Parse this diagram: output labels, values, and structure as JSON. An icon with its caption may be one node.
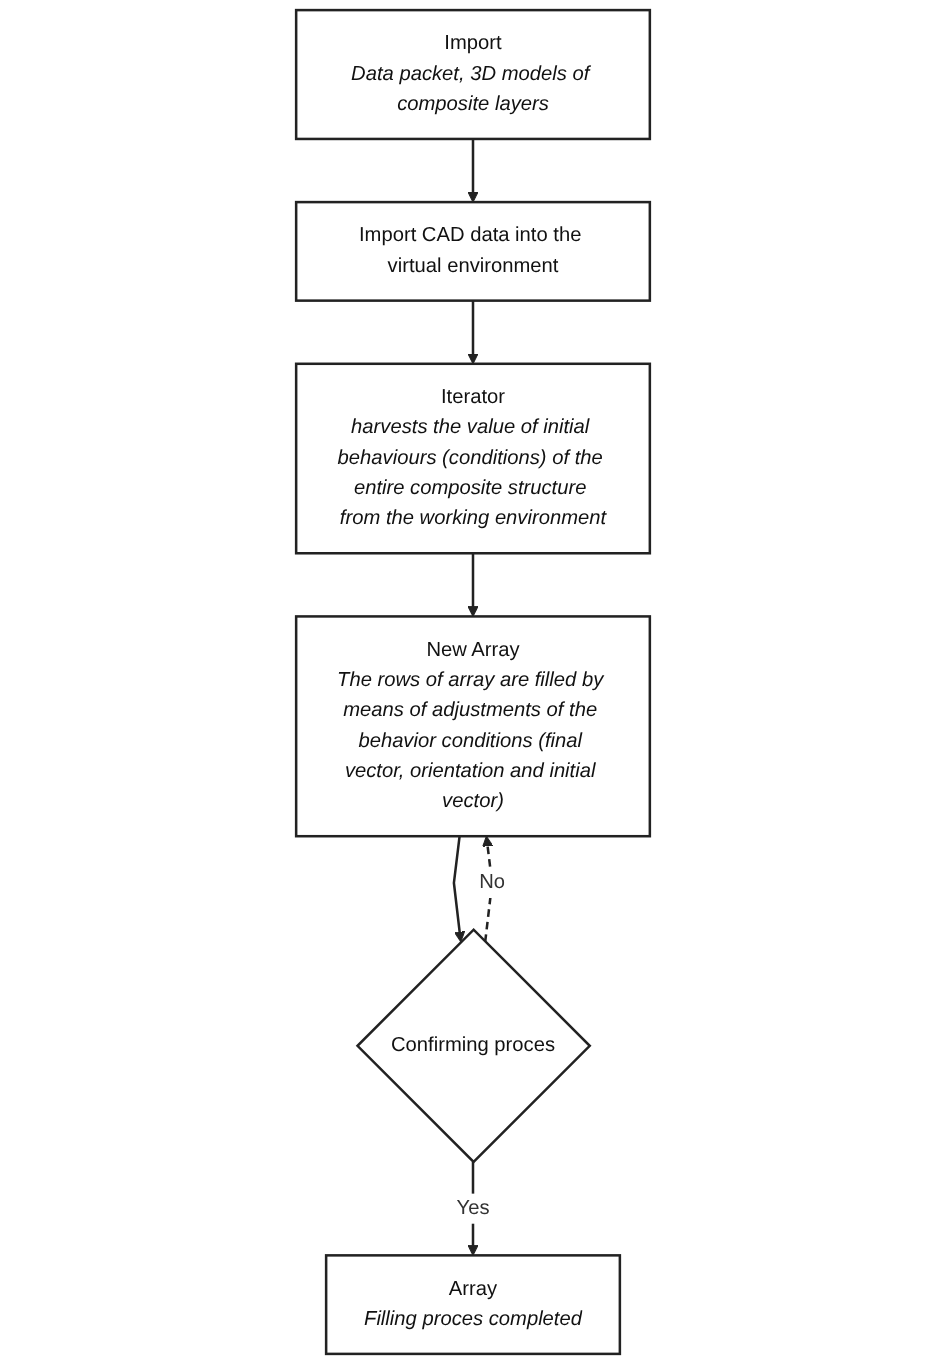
{
  "diagram": {
    "nodes": [
      {
        "text": [
          "Import",
          "Data packet, 3D models of composite layers"
        ]
      },
      {
        "text": [
          "Import CAD data into the virtual environment"
        ]
      },
      {
        "text": [
          "Iterator",
          "harvests the value of initial behaviours (conditions) of the entire composite structure from the working environment"
        ]
      },
      {
        "text": [
          "New Array",
          "The rows of array are filled by means of adjustments of the behavior conditions (final vector, orientation and initial vector)"
        ]
      },
      {
        "text": [
          "Confirming proces"
        ]
      },
      {
        "text": [
          "Array",
          "Filling proces completed"
        ]
      }
    ],
    "edges": [
      {
        "from": 0,
        "to": 1,
        "arrow": "to"
      },
      {
        "from": 1,
        "to": 2,
        "arrow": "to"
      },
      {
        "from": 2,
        "to": 3,
        "arrow": "to"
      },
      {
        "from": 3,
        "to": 4,
        "arrow": "to"
      },
      {
        "from": 4,
        "to": 3,
        "arrow": "to",
        "label": "No",
        "style": "dashed"
      },
      {
        "from": 4,
        "to": 5,
        "arrow": "to",
        "label": "Yes"
      }
    ]
  }
}
